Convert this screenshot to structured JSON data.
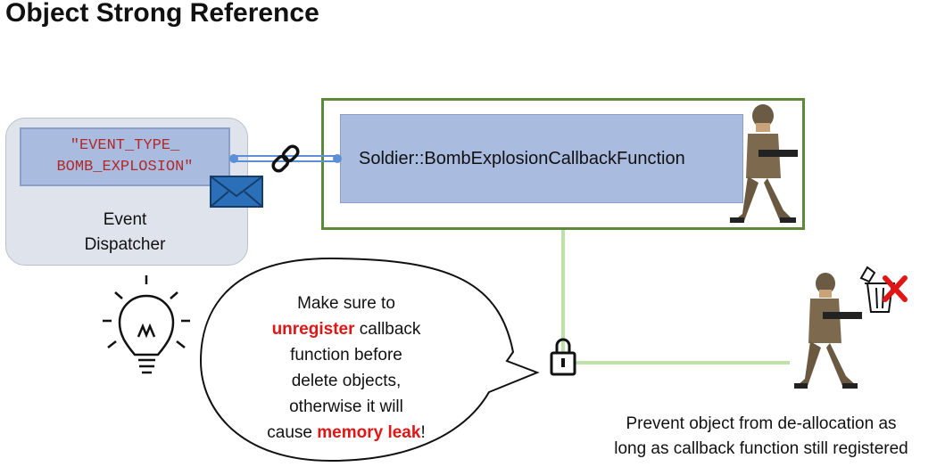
{
  "title": "Object Strong Reference",
  "dispatcher": {
    "event_type": "\"EVENT_TYPE_\nBOMB_EXPLOSION\"",
    "label_line1": "Event",
    "label_line2": "Dispatcher"
  },
  "callback": {
    "label": "Soldier::BombExplosionCallbackFunction"
  },
  "bubble": {
    "line1": "Make sure to",
    "line2_highlight": "unregister",
    "line2_rest": " callback",
    "line3": "function before",
    "line4": "delete objects,",
    "line5": "otherwise it will",
    "line6_start": "cause ",
    "line6_highlight": "memory leak",
    "line6_end": "!"
  },
  "bottom_caption": {
    "line1": "Prevent object from de-allocation as",
    "line2": "long as callback function still registered"
  },
  "colors": {
    "box_blue": "#aabbe0",
    "frame_green": "#5c8a3a",
    "link_green": "#bfe0a8",
    "highlight_red": "#e01515"
  }
}
